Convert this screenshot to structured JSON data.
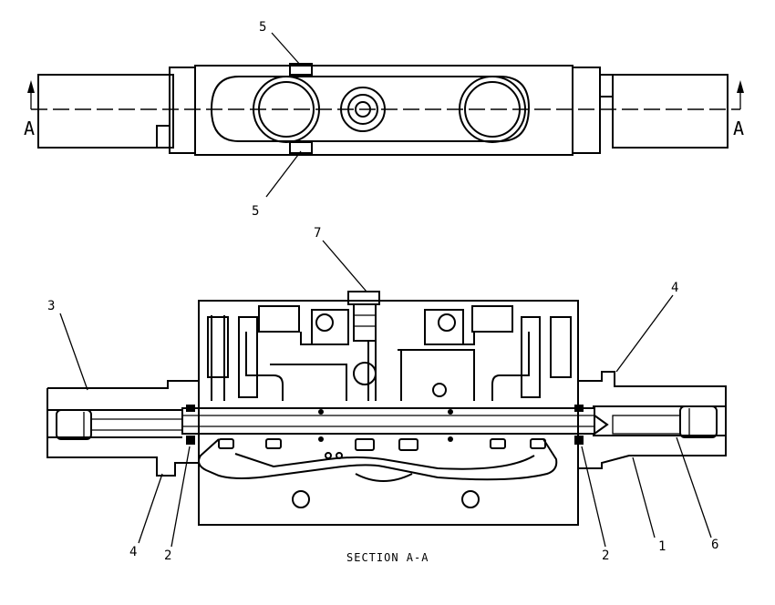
{
  "top_view": {
    "section_marker_left": "A",
    "section_marker_right": "A",
    "callout_top": "5",
    "callout_bottom": "5"
  },
  "section_view": {
    "callouts": {
      "item_1": "1",
      "item_2_left": "2",
      "item_2_right": "2",
      "item_3": "3",
      "item_4_left": "4",
      "item_4_right": "4",
      "item_6": "6",
      "item_7": "7"
    },
    "caption": "SECTION A-A"
  },
  "colors": {
    "line": "#000000",
    "background": "#ffffff"
  }
}
